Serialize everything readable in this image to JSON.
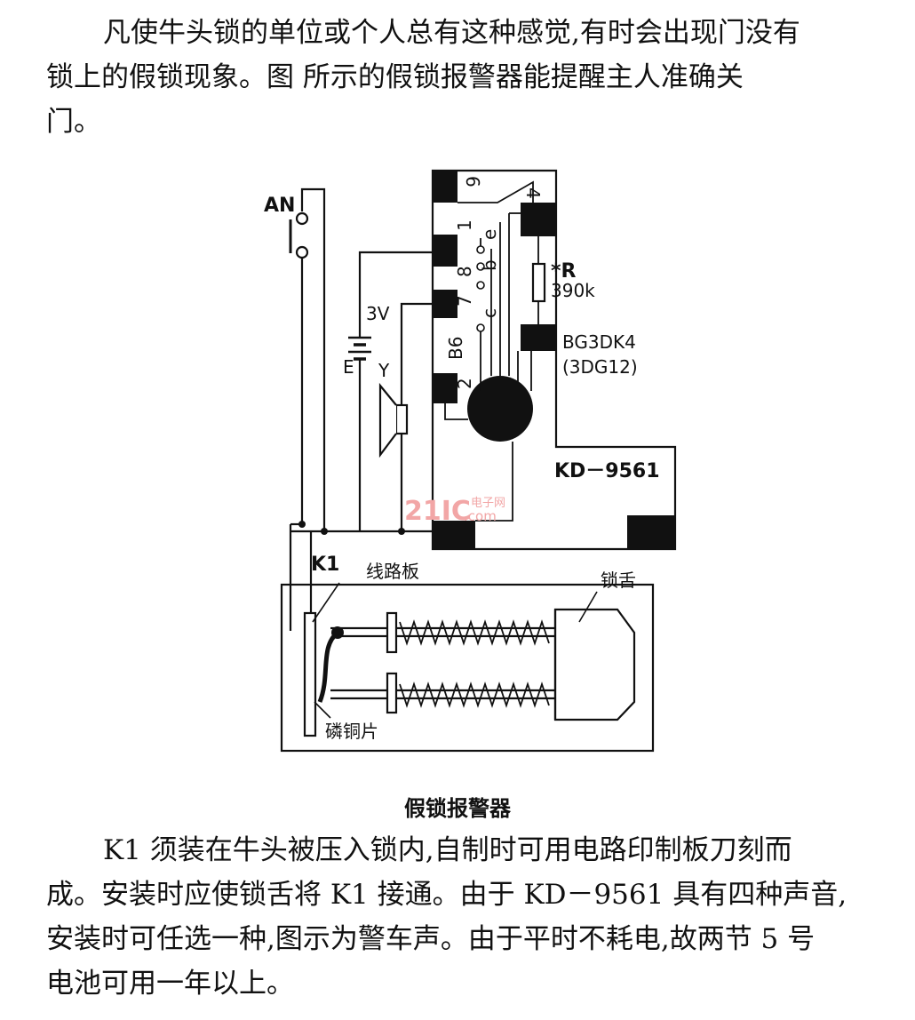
{
  "intro": {
    "line1": "凡使牛头锁的单位或个人总有这种感觉,有时会出现门没有",
    "line2": "锁上的假锁现象。图     所示的假锁报警器能提醒主人准确关",
    "line3": "门。"
  },
  "diagram": {
    "labels": {
      "an": "AN",
      "battery_v": "3V",
      "battery_e": "E",
      "speaker": "Y",
      "ic_b6": "B6",
      "resistor": "*R",
      "resistor_value": "390k",
      "transistor": "BG3DK4",
      "transistor_alt": "(3DG12)",
      "ic_name": "KD－9561",
      "switch": "K1",
      "circuit_board": "线路板",
      "bolt": "锁舌",
      "phosphor_copper": "磷铜片",
      "watermark_main": "21IC",
      "watermark_cn": "电子网",
      "watermark_com": ".com"
    },
    "pins": {
      "p6": "6",
      "p4": "4",
      "p1": "1",
      "p8": "8",
      "p7": "7",
      "p2": "2",
      "e": "e",
      "b": "b",
      "c": "c"
    }
  },
  "caption": "假锁报警器",
  "body": {
    "line1": "K1 须装在牛头被压入锁内,自制时可用电路印制板刀刻而",
    "line2": "成。安装时应使锁舌将 K1 接通。由于 KD－9561 具有四种声音,",
    "line3": "安装时可任选一种,图示为警车声。由于平时不耗电,故两节 5 号",
    "line4": "电池可用一年以上。"
  }
}
